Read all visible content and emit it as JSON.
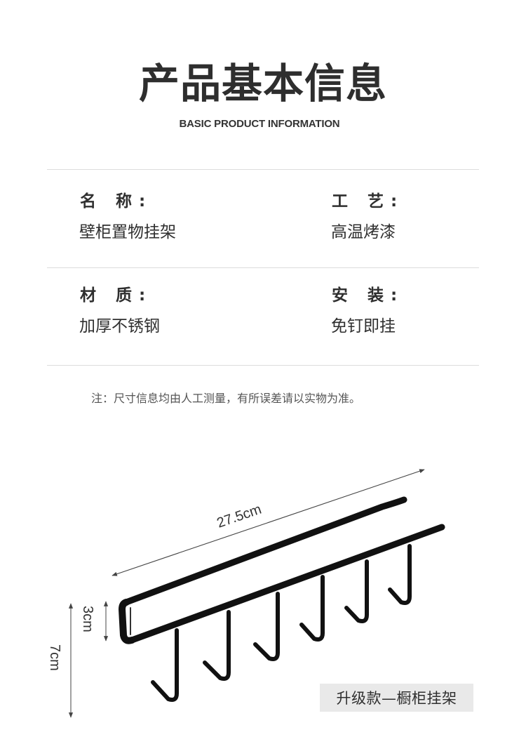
{
  "header": {
    "title": "产品基本信息",
    "subtitle": "BASIC PRODUCT INFORMATION"
  },
  "specs": [
    {
      "label": "名 称:",
      "value": "壁柜置物挂架"
    },
    {
      "label": "工 艺:",
      "value": "高温烤漆"
    },
    {
      "label": "材 质:",
      "value": "加厚不锈钢"
    },
    {
      "label": "安 装:",
      "value": "免钉即挂"
    }
  ],
  "note": "注：尺寸信息均由人工测量，有所误差请以实物为准。",
  "diagram": {
    "length_label": "27.5cm",
    "inner_height_label": "3cm",
    "total_height_label": "7cm",
    "hook_count": 6,
    "product_color": "#111111",
    "dimension_line_color": "#444444"
  },
  "caption": "升级款—橱柜挂架",
  "colors": {
    "text": "#2f2f2f",
    "divider": "#dcdcdc",
    "caption_bg": "#e9e9e9"
  }
}
